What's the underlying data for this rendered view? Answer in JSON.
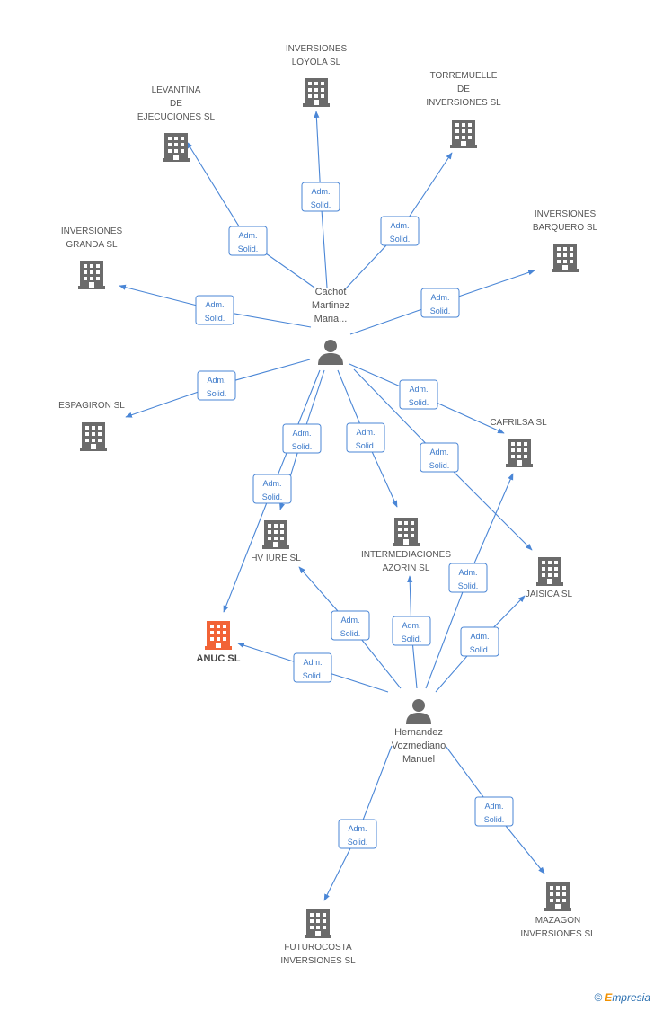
{
  "colors": {
    "edge": "#4a86d6",
    "edge_label_text": "#3a78c9",
    "company_icon": "#6b6b6b",
    "main_company_icon": "#f26336",
    "person_icon": "#6b6b6b"
  },
  "people": [
    {
      "id": "cachot",
      "lines": [
        "Cachot",
        "Martinez",
        "Maria..."
      ]
    },
    {
      "id": "hernandez",
      "lines": [
        "Hernandez",
        "Vozmediano",
        "Manuel"
      ]
    }
  ],
  "companies": [
    {
      "id": "loyola",
      "lines": [
        "INVERSIONES",
        "LOYOLA SL"
      ]
    },
    {
      "id": "levantina",
      "lines": [
        "LEVANTINA",
        "DE",
        "EJECUCIONES SL"
      ]
    },
    {
      "id": "torremuelle",
      "lines": [
        "TORREMUELLE",
        "DE",
        "INVERSIONES SL"
      ]
    },
    {
      "id": "granda",
      "lines": [
        "INVERSIONES",
        "GRANDA SL"
      ]
    },
    {
      "id": "barquero",
      "lines": [
        "INVERSIONES",
        "BARQUERO SL"
      ]
    },
    {
      "id": "espagiron",
      "lines": [
        "ESPAGIRON SL"
      ]
    },
    {
      "id": "cafrilsa",
      "lines": [
        "CAFRILSA SL"
      ]
    },
    {
      "id": "hviure",
      "lines": [
        "HV IURE SL"
      ]
    },
    {
      "id": "azorin",
      "lines": [
        "INTERMEDIACIONES",
        "AZORIN SL"
      ]
    },
    {
      "id": "jaisica",
      "lines": [
        "JAISICA SL"
      ]
    },
    {
      "id": "anuc",
      "lines": [
        "ANUC SL"
      ],
      "main": true
    },
    {
      "id": "futurocosta",
      "lines": [
        "FUTUROCOSTA",
        "INVERSIONES SL"
      ]
    },
    {
      "id": "mazagon",
      "lines": [
        "MAZAGON",
        "INVERSIONES SL"
      ]
    }
  ],
  "edges": [
    {
      "from": "cachot",
      "to": "loyola",
      "label": [
        "Adm.",
        "Solid."
      ]
    },
    {
      "from": "cachot",
      "to": "levantina",
      "label": [
        "Adm.",
        "Solid."
      ]
    },
    {
      "from": "cachot",
      "to": "torremuelle",
      "label": [
        "Adm.",
        "Solid."
      ]
    },
    {
      "from": "cachot",
      "to": "granda",
      "label": [
        "Adm.",
        "Solid."
      ]
    },
    {
      "from": "cachot",
      "to": "barquero",
      "label": [
        "Adm.",
        "Solid."
      ]
    },
    {
      "from": "cachot",
      "to": "espagiron",
      "label": [
        "Adm.",
        "Solid."
      ]
    },
    {
      "from": "cachot",
      "to": "cafrilsa",
      "label": [
        "Adm.",
        "Solid."
      ]
    },
    {
      "from": "cachot",
      "to": "jaisica",
      "label": [
        "Adm.",
        "Solid."
      ]
    },
    {
      "from": "cachot",
      "to": "azorin",
      "label": [
        "Adm.",
        "Solid."
      ]
    },
    {
      "from": "cachot",
      "to": "hviure",
      "label": [
        "Adm.",
        "Solid."
      ]
    },
    {
      "from": "cachot",
      "to": "anuc",
      "label": [
        "Adm.",
        "Solid."
      ]
    },
    {
      "from": "hernandez",
      "to": "anuc",
      "label": [
        "Adm.",
        "Solid."
      ]
    },
    {
      "from": "hernandez",
      "to": "hviure",
      "label": [
        "Adm.",
        "Solid."
      ]
    },
    {
      "from": "hernandez",
      "to": "azorin",
      "label": [
        "Adm.",
        "Solid."
      ]
    },
    {
      "from": "hernandez",
      "to": "cafrilsa",
      "label": [
        "Adm.",
        "Solid."
      ]
    },
    {
      "from": "hernandez",
      "to": "jaisica",
      "label": [
        "Adm.",
        "Solid."
      ]
    },
    {
      "from": "hernandez",
      "to": "futurocosta",
      "label": [
        "Adm.",
        "Solid."
      ]
    },
    {
      "from": "hernandez",
      "to": "mazagon",
      "label": [
        "Adm.",
        "Solid."
      ]
    }
  ],
  "footer": {
    "copyright": "©",
    "brand_first": "E",
    "brand_rest": "mpresia"
  }
}
